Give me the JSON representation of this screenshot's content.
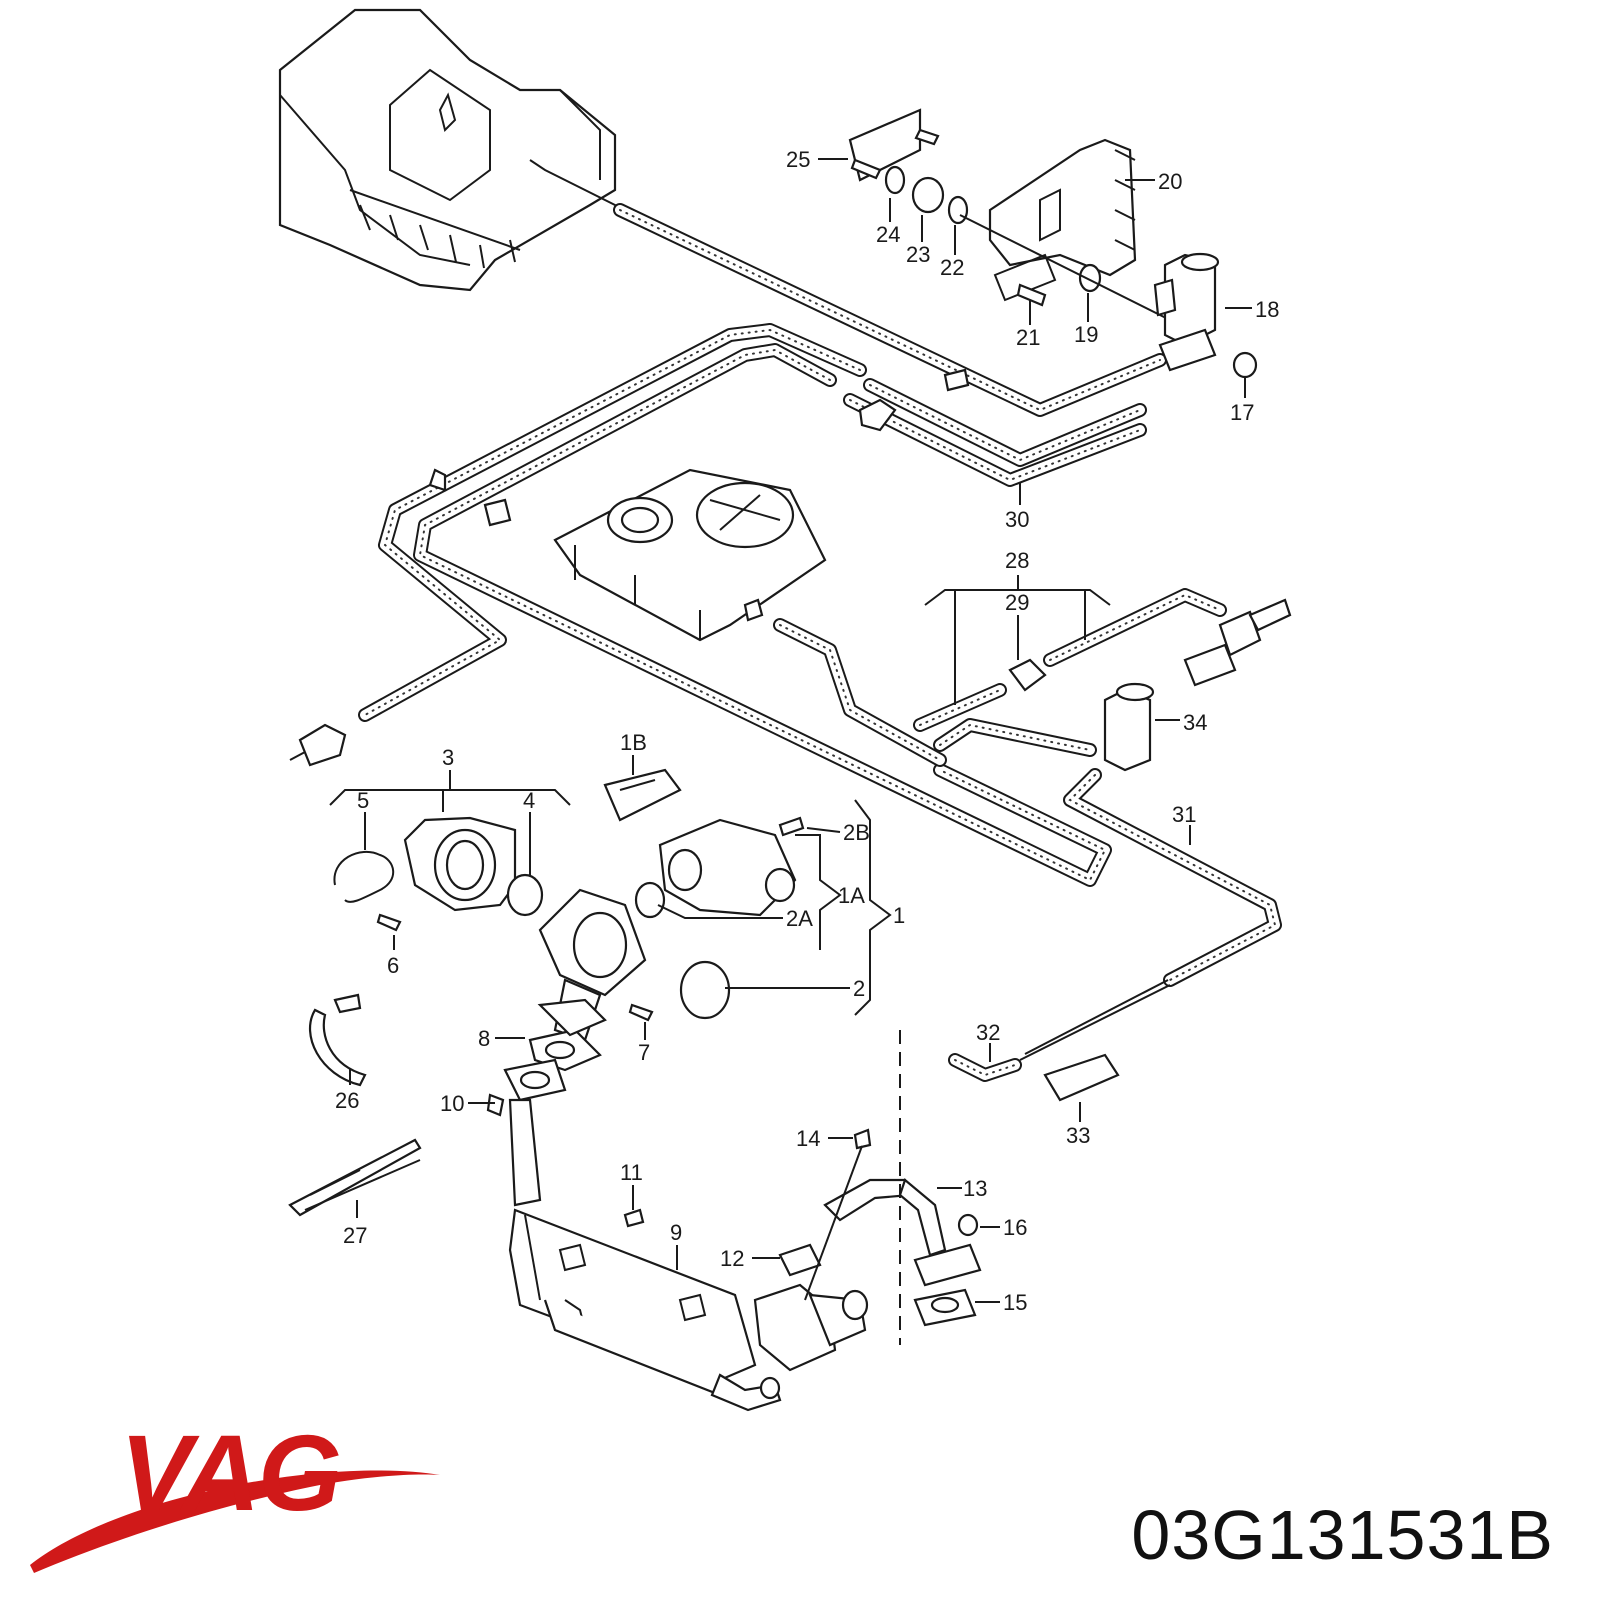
{
  "brand": {
    "name": "VAG",
    "color": "#d01919"
  },
  "part_number": "03G131531B",
  "callouts": [
    {
      "id": "c25",
      "text": "25"
    },
    {
      "id": "c20",
      "text": "20"
    },
    {
      "id": "c24",
      "text": "24"
    },
    {
      "id": "c23",
      "text": "23"
    },
    {
      "id": "c22",
      "text": "22"
    },
    {
      "id": "c21",
      "text": "21"
    },
    {
      "id": "c19",
      "text": "19"
    },
    {
      "id": "c18",
      "text": "18"
    },
    {
      "id": "c17",
      "text": "17"
    },
    {
      "id": "c30",
      "text": "30"
    },
    {
      "id": "c28",
      "text": "28"
    },
    {
      "id": "c29",
      "text": "29"
    },
    {
      "id": "c34",
      "text": "34"
    },
    {
      "id": "c1B",
      "text": "1B"
    },
    {
      "id": "c3",
      "text": "3"
    },
    {
      "id": "c5",
      "text": "5"
    },
    {
      "id": "c4",
      "text": "4"
    },
    {
      "id": "c2B",
      "text": "2B"
    },
    {
      "id": "c31",
      "text": "31"
    },
    {
      "id": "c1A",
      "text": "1A"
    },
    {
      "id": "c1",
      "text": "1"
    },
    {
      "id": "c2A",
      "text": "2A"
    },
    {
      "id": "c6",
      "text": "6"
    },
    {
      "id": "c2",
      "text": "2"
    },
    {
      "id": "c8",
      "text": "8"
    },
    {
      "id": "c7",
      "text": "7"
    },
    {
      "id": "c26",
      "text": "26"
    },
    {
      "id": "c32",
      "text": "32"
    },
    {
      "id": "c10",
      "text": "10"
    },
    {
      "id": "c33",
      "text": "33"
    },
    {
      "id": "c14",
      "text": "14"
    },
    {
      "id": "c13",
      "text": "13"
    },
    {
      "id": "c11",
      "text": "11"
    },
    {
      "id": "c16",
      "text": "16"
    },
    {
      "id": "c9",
      "text": "9"
    },
    {
      "id": "c12",
      "text": "12"
    },
    {
      "id": "c27",
      "text": "27"
    },
    {
      "id": "c15",
      "text": "15"
    }
  ]
}
